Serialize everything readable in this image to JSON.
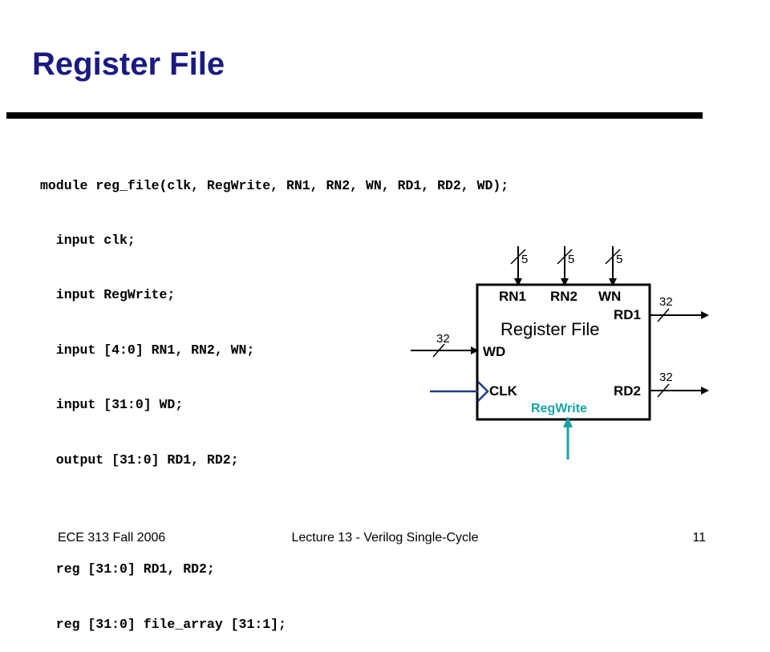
{
  "slide": {
    "title": "Register File"
  },
  "code": {
    "lines": [
      "module reg_file(clk, RegWrite, RN1, RN2, WN, RD1, RD2, WD);",
      "  input clk;",
      "  input RegWrite;",
      "  input [4:0] RN1, RN2, WN;",
      "  input [31:0] WD;",
      "  output [31:0] RD1, RD2;",
      "",
      "  reg [31:0] RD1, RD2;",
      "  reg [31:0] file_array [31:1];"
    ]
  },
  "diagram": {
    "block_title": "Register File",
    "ports": {
      "rn1": "RN1",
      "rn2": "RN2",
      "wn": "WN",
      "rd1": "RD1",
      "rd2": "RD2",
      "wd": "WD",
      "clk": "CLK",
      "regwrite": "RegWrite"
    },
    "bus_widths": {
      "rn1": "5",
      "rn2": "5",
      "wn": "5",
      "rd1": "32",
      "rd2": "32",
      "wd": "32"
    },
    "colors": {
      "clk_wire": "#1f3a8a",
      "regwrite": "#1aa3a3"
    }
  },
  "footer": {
    "course": "ECE 313 Fall 2006",
    "lecture": "Lecture 13 - Verilog Single-Cycle",
    "page_number": "11"
  }
}
